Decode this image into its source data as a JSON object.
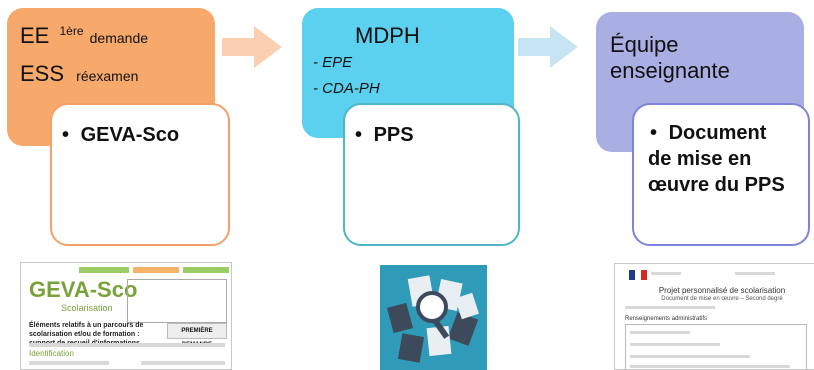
{
  "steps": [
    {
      "id": "ee-ess",
      "lines": [
        {
          "main": "EE",
          "sup": "1ère",
          "note": "demande"
        },
        {
          "main": "ESS",
          "note": "réexamen"
        }
      ],
      "document": "GEVA-Sco",
      "color": "#f7a86b",
      "border_color": "#f3a16a"
    },
    {
      "id": "mdph",
      "title": "MDPH",
      "items": [
        "- EPE",
        "- CDA-PH"
      ],
      "document": "PPS",
      "color": "#5bd1ef",
      "border_color": "#4fb6c8"
    },
    {
      "id": "equipe",
      "title_line1": "Équipe",
      "title_line2": "enseignante",
      "document_line1": "Document",
      "document_line2": "de mise en",
      "document_line3": "œuvre du PPS",
      "color": "#a9aee3",
      "border_color": "#7e85d9"
    }
  ],
  "bullet": "•",
  "arrows": [
    {
      "color": "#fbd0b0",
      "icon": "arrow-right-icon"
    },
    {
      "color": "#c7e4f3",
      "icon": "arrow-right-icon"
    }
  ],
  "thumbnails": {
    "geva": {
      "logo_main": "GEVA-Sco",
      "logo_sub": "Scolarisation",
      "headline": "Éléments relatifs à un parcours de scolarisation et/ou de formation : support de recueil d'informations",
      "button": "PREMIÈRE DEMANDE",
      "section": "Identification"
    },
    "pps": {
      "icon": "documents-magnifier-icon"
    },
    "doc": {
      "title": "Projet personnalisé de scolarisation",
      "subtitle": "Document de mise en œuvre – Second degré",
      "section": "Renseignements administratifs"
    }
  }
}
